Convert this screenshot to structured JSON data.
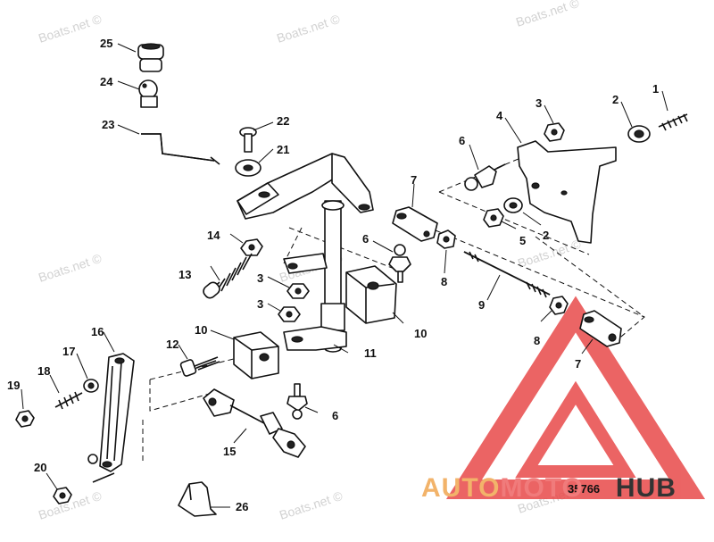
{
  "watermark": "Boats.net ©",
  "drawing_number": "35766",
  "brand": {
    "part1": "AUTO",
    "part2": "MOTO",
    "part3": "HUB",
    "color1": "#f2b36a",
    "color2": "#f07b7b",
    "color3": "#333333",
    "logo_color": "#e84a4a"
  },
  "callouts": {
    "c1": "1",
    "c2a": "2",
    "c2b": "2",
    "c3a": "3",
    "c3b": "3",
    "c3c": "3",
    "c4": "4",
    "c5": "5",
    "c6a": "6",
    "c6b": "6",
    "c6c": "6",
    "c7a": "7",
    "c7b": "7",
    "c8a": "8",
    "c8b": "8",
    "c9": "9",
    "c10a": "10",
    "c10b": "10",
    "c11": "11",
    "c12": "12",
    "c13": "13",
    "c14": "14",
    "c15": "15",
    "c16": "16",
    "c17": "17",
    "c18": "18",
    "c19": "19",
    "c20": "20",
    "c21": "21",
    "c22": "22",
    "c23": "23",
    "c24": "24",
    "c25": "25",
    "c26": "26"
  }
}
